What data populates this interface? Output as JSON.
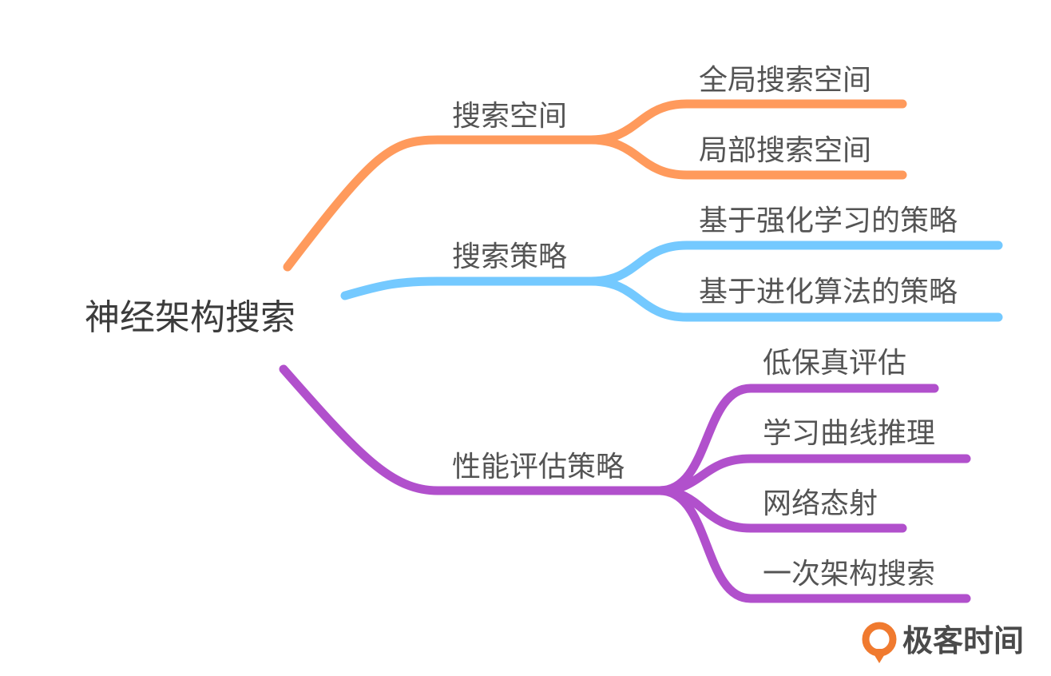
{
  "root": {
    "label": "神经架构搜索"
  },
  "branches": [
    {
      "label": "搜索空间",
      "color": "#FF9A5C",
      "children": [
        {
          "label": "全局搜索空间"
        },
        {
          "label": "局部搜索空间"
        }
      ]
    },
    {
      "label": "搜索策略",
      "color": "#74C9FF",
      "children": [
        {
          "label": "基于强化学习的策略"
        },
        {
          "label": "基于进化算法的策略"
        }
      ]
    },
    {
      "label": "性能评估策略",
      "color": "#B150CC",
      "children": [
        {
          "label": "低保真评估"
        },
        {
          "label": "学习曲线推理"
        },
        {
          "label": "网络态射"
        },
        {
          "label": "一次架构搜索"
        }
      ]
    }
  ],
  "logo": {
    "text": "极客时间",
    "icon": "geektime-logo-icon",
    "color": "#F07A2F"
  }
}
